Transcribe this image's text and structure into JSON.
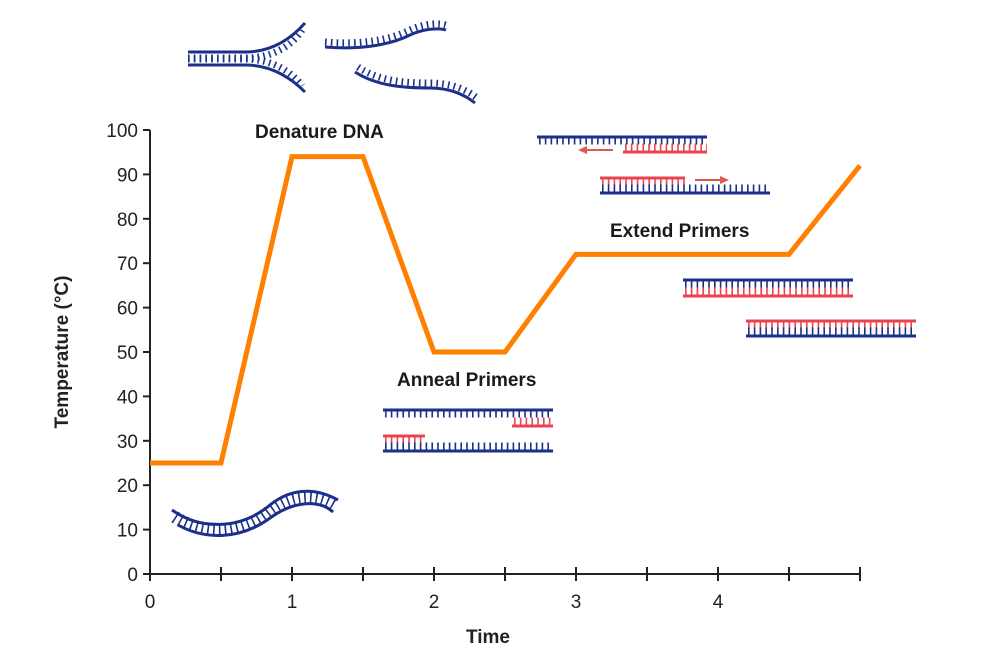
{
  "chart_data": {
    "type": "line",
    "title": "",
    "xlabel": "Time",
    "ylabel": "Temperature (°C)",
    "xlim": [
      0,
      5
    ],
    "ylim": [
      0,
      100
    ],
    "x_ticks": [
      0,
      1,
      2,
      3,
      4
    ],
    "x_minor_ticks": [
      0.5,
      1.5,
      2.5,
      3.5,
      4.5,
      5
    ],
    "y_ticks": [
      0,
      10,
      20,
      30,
      40,
      50,
      60,
      70,
      80,
      90,
      100
    ],
    "grid": false,
    "series": [
      {
        "name": "PCR temperature profile",
        "color": "#ff8000",
        "x": [
          0,
          0.5,
          1,
          1.5,
          2,
          2.5,
          3,
          4.5,
          5
        ],
        "y": [
          25,
          25,
          94,
          94,
          50,
          50,
          72,
          72,
          92
        ]
      }
    ],
    "annotations": [
      {
        "text": "Denature DNA",
        "x": 1.4,
        "y": 100
      },
      {
        "text": "Anneal Primers",
        "x": 2.3,
        "y": 43
      },
      {
        "text": "Extend Primers",
        "x": 3.7,
        "y": 77
      }
    ]
  },
  "colors": {
    "template_strand": "#1c2f8a",
    "primer_strand": "#ea4350",
    "line": "#ff8000"
  }
}
